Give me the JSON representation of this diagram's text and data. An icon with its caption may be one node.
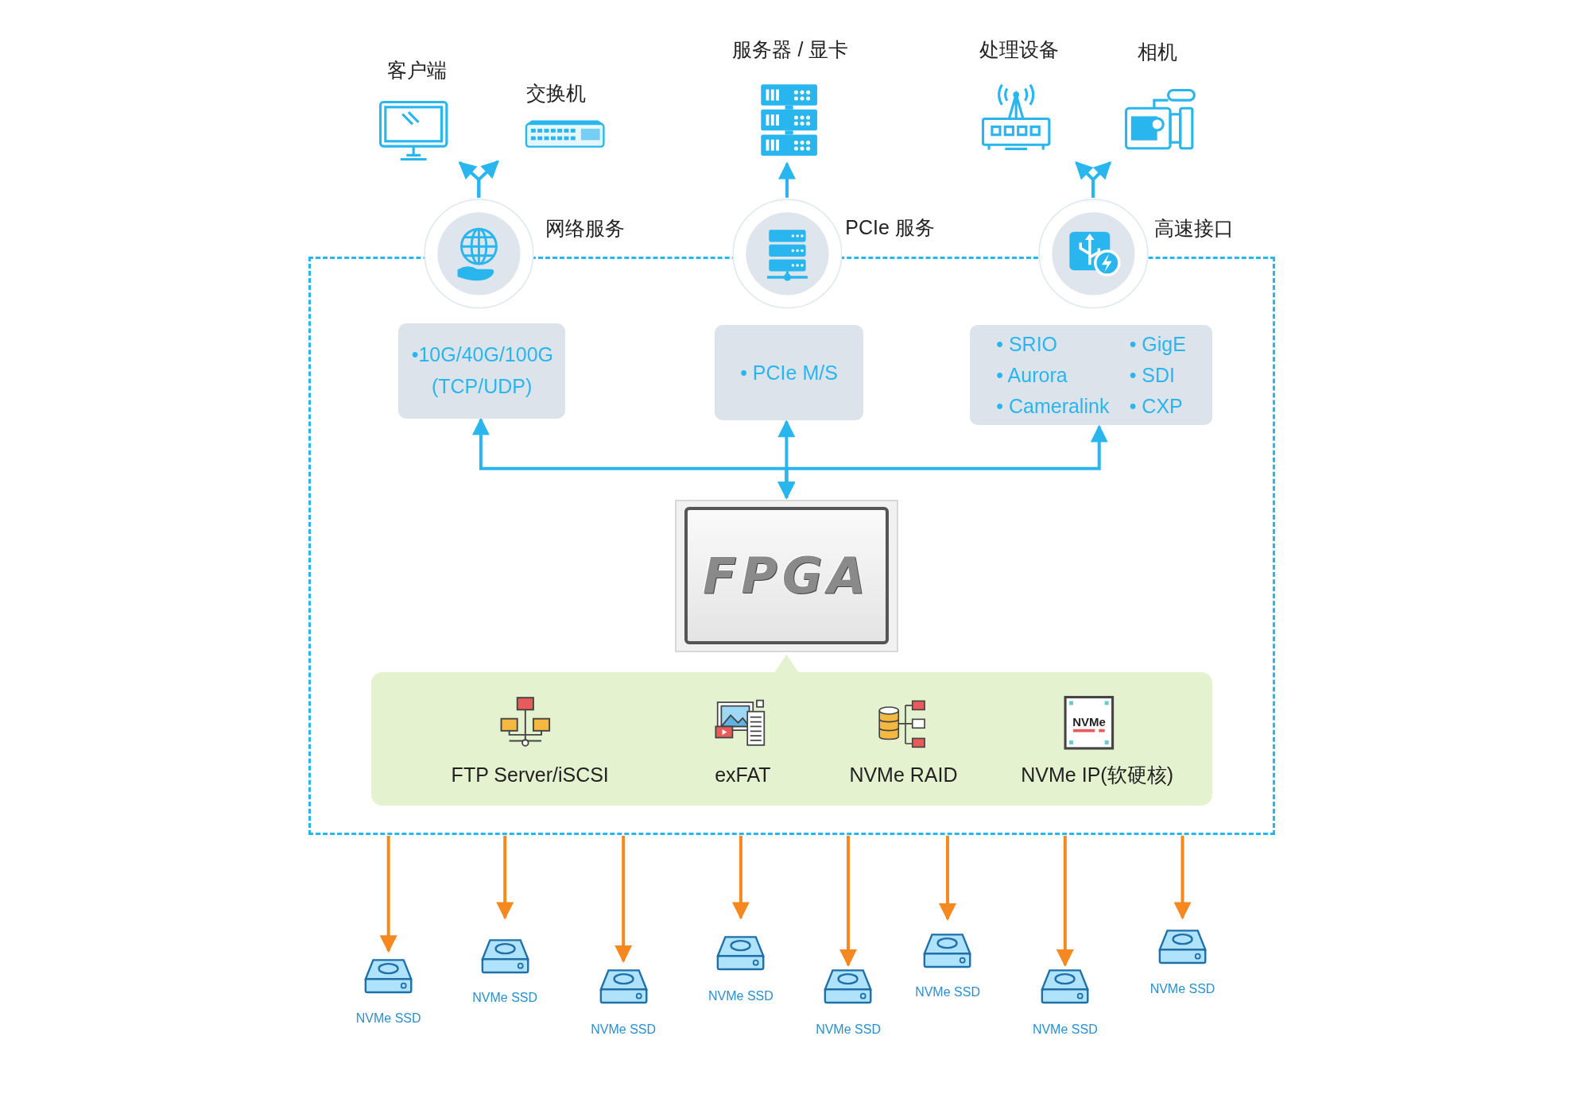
{
  "diagram": {
    "nodes": [
      {
        "text": [
          "客户端"
        ]
      },
      {
        "text": [
          "交换机"
        ]
      },
      {
        "text": [
          "服务器 / 显卡"
        ]
      },
      {
        "text": [
          "处理设备"
        ]
      },
      {
        "text": [
          "相机"
        ]
      },
      {
        "text": [
          "网络服务"
        ]
      },
      {
        "text": [
          "PCIe 服务"
        ]
      },
      {
        "text": [
          "高速接口"
        ]
      },
      {
        "text": [],
        "shape": "box"
      },
      {
        "text": [
          "•10G/40G/100G (TCP/UDP)"
        ],
        "in": 8
      },
      {
        "text": [
          "• PCIe M/S"
        ],
        "in": 8
      },
      {
        "text": [
          "• SRIO",
          "• GigE",
          "• Aurora",
          "• SDI",
          "• Cameralink",
          "• CXP"
        ],
        "in": 8
      },
      {
        "text": [
          "FPGA"
        ],
        "in": 8
      },
      {
        "text": [
          "FTP Server/iSCSI",
          "exFAT",
          "NVMe RAID",
          "NVMe IP(软硬核)"
        ],
        "in": 8
      },
      {
        "text": [
          "NVMe SSD"
        ]
      },
      {
        "text": [
          "NVMe SSD"
        ]
      },
      {
        "text": [
          "NVMe SSD"
        ]
      },
      {
        "text": [
          "NVMe SSD"
        ]
      },
      {
        "text": [
          "NVMe SSD"
        ]
      },
      {
        "text": [
          "NVMe SSD"
        ]
      },
      {
        "text": [
          "NVMe SSD"
        ]
      },
      {
        "text": [
          "NVMe SSD"
        ]
      }
    ],
    "edges": [
      {
        "from": 5,
        "to": 0,
        "arrow": "to"
      },
      {
        "from": 5,
        "to": 1,
        "arrow": "to"
      },
      {
        "from": 6,
        "to": 2,
        "arrow": "to"
      },
      {
        "from": 7,
        "to": 3,
        "arrow": "to"
      },
      {
        "from": 7,
        "to": 4,
        "arrow": "to"
      },
      {
        "from": 12,
        "to": 9,
        "arrow": "both"
      },
      {
        "from": 12,
        "to": 10,
        "arrow": "both"
      },
      {
        "from": 12,
        "to": 11,
        "arrow": "both"
      },
      {
        "from": 13,
        "to": 12,
        "arrow": "to"
      },
      {
        "from": 8,
        "to": 14,
        "arrow": "to",
        "color": "#f5891f"
      },
      {
        "from": 8,
        "to": 15,
        "arrow": "to",
        "color": "#f5891f"
      },
      {
        "from": 8,
        "to": 16,
        "arrow": "to",
        "color": "#f5891f"
      },
      {
        "from": 8,
        "to": 17,
        "arrow": "to",
        "color": "#f5891f"
      },
      {
        "from": 8,
        "to": 18,
        "arrow": "to",
        "color": "#f5891f"
      },
      {
        "from": 8,
        "to": 19,
        "arrow": "to",
        "color": "#f5891f"
      },
      {
        "from": 8,
        "to": 20,
        "arrow": "to",
        "color": "#f5891f"
      },
      {
        "from": 8,
        "to": 21,
        "arrow": "to",
        "color": "#f5891f"
      }
    ],
    "labels": [
      "NVMe"
    ]
  }
}
